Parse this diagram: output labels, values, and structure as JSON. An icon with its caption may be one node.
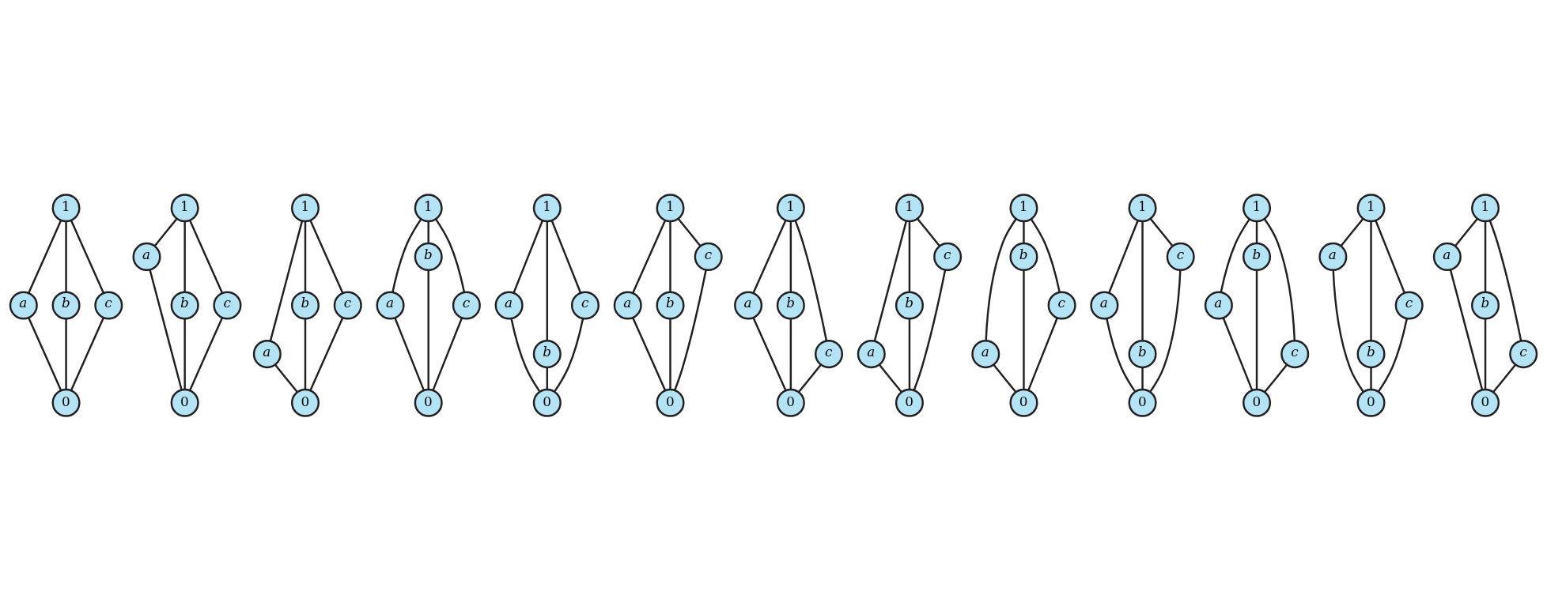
{
  "diagram": {
    "nodes": [
      {
        "text": [
          "1"
        ]
      },
      {
        "text": [
          "a"
        ]
      },
      {
        "text": [
          "b"
        ]
      },
      {
        "text": [
          "c"
        ]
      },
      {
        "text": [
          "0"
        ]
      },
      {
        "text": [
          "1"
        ]
      },
      {
        "text": [
          "a"
        ]
      },
      {
        "text": [
          "b"
        ]
      },
      {
        "text": [
          "c"
        ]
      },
      {
        "text": [
          "0"
        ]
      },
      {
        "text": [
          "1"
        ]
      },
      {
        "text": [
          "a"
        ]
      },
      {
        "text": [
          "b"
        ]
      },
      {
        "text": [
          "c"
        ]
      },
      {
        "text": [
          "0"
        ]
      },
      {
        "text": [
          "1"
        ]
      },
      {
        "text": [
          "a"
        ]
      },
      {
        "text": [
          "b"
        ]
      },
      {
        "text": [
          "c"
        ]
      },
      {
        "text": [
          "0"
        ]
      },
      {
        "text": [
          "1"
        ]
      },
      {
        "text": [
          "a"
        ]
      },
      {
        "text": [
          "b"
        ]
      },
      {
        "text": [
          "c"
        ]
      },
      {
        "text": [
          "0"
        ]
      },
      {
        "text": [
          "1"
        ]
      },
      {
        "text": [
          "a"
        ]
      },
      {
        "text": [
          "b"
        ]
      },
      {
        "text": [
          "c"
        ]
      },
      {
        "text": [
          "0"
        ]
      },
      {
        "text": [
          "1"
        ]
      },
      {
        "text": [
          "a"
        ]
      },
      {
        "text": [
          "b"
        ]
      },
      {
        "text": [
          "c"
        ]
      },
      {
        "text": [
          "0"
        ]
      },
      {
        "text": [
          "1"
        ]
      },
      {
        "text": [
          "a"
        ]
      },
      {
        "text": [
          "b"
        ]
      },
      {
        "text": [
          "c"
        ]
      },
      {
        "text": [
          "0"
        ]
      },
      {
        "text": [
          "1"
        ]
      },
      {
        "text": [
          "a"
        ]
      },
      {
        "text": [
          "b"
        ]
      },
      {
        "text": [
          "c"
        ]
      },
      {
        "text": [
          "0"
        ]
      },
      {
        "text": [
          "1"
        ]
      },
      {
        "text": [
          "a"
        ]
      },
      {
        "text": [
          "b"
        ]
      },
      {
        "text": [
          "c"
        ]
      },
      {
        "text": [
          "0"
        ]
      },
      {
        "text": [
          "1"
        ]
      },
      {
        "text": [
          "a"
        ]
      },
      {
        "text": [
          "b"
        ]
      },
      {
        "text": [
          "c"
        ]
      },
      {
        "text": [
          "0"
        ]
      },
      {
        "text": [
          "1"
        ]
      },
      {
        "text": [
          "a"
        ]
      },
      {
        "text": [
          "b"
        ]
      },
      {
        "text": [
          "c"
        ]
      },
      {
        "text": [
          "0"
        ]
      },
      {
        "text": [
          "1"
        ]
      },
      {
        "text": [
          "a"
        ]
      },
      {
        "text": [
          "b"
        ]
      },
      {
        "text": [
          "c"
        ]
      },
      {
        "text": [
          "0"
        ]
      }
    ],
    "edges": [
      {
        "from": 0,
        "to": 1,
        "arrow": "none"
      },
      {
        "from": 0,
        "to": 2,
        "arrow": "none"
      },
      {
        "from": 0,
        "to": 3,
        "arrow": "none"
      },
      {
        "from": 1,
        "to": 4,
        "arrow": "none"
      },
      {
        "from": 2,
        "to": 4,
        "arrow": "none"
      },
      {
        "from": 3,
        "to": 4,
        "arrow": "none"
      },
      {
        "from": 5,
        "to": 6,
        "arrow": "none"
      },
      {
        "from": 5,
        "to": 7,
        "arrow": "none"
      },
      {
        "from": 5,
        "to": 8,
        "arrow": "none"
      },
      {
        "from": 6,
        "to": 9,
        "arrow": "none"
      },
      {
        "from": 7,
        "to": 9,
        "arrow": "none"
      },
      {
        "from": 8,
        "to": 9,
        "arrow": "none"
      },
      {
        "from": 10,
        "to": 11,
        "arrow": "none"
      },
      {
        "from": 10,
        "to": 12,
        "arrow": "none"
      },
      {
        "from": 10,
        "to": 13,
        "arrow": "none"
      },
      {
        "from": 11,
        "to": 14,
        "arrow": "none"
      },
      {
        "from": 12,
        "to": 14,
        "arrow": "none"
      },
      {
        "from": 13,
        "to": 14,
        "arrow": "none"
      },
      {
        "from": 15,
        "to": 16,
        "arrow": "none"
      },
      {
        "from": 15,
        "to": 17,
        "arrow": "none"
      },
      {
        "from": 15,
        "to": 18,
        "arrow": "none"
      },
      {
        "from": 16,
        "to": 19,
        "arrow": "none"
      },
      {
        "from": 17,
        "to": 19,
        "arrow": "none"
      },
      {
        "from": 18,
        "to": 19,
        "arrow": "none"
      },
      {
        "from": 20,
        "to": 21,
        "arrow": "none"
      },
      {
        "from": 20,
        "to": 22,
        "arrow": "none"
      },
      {
        "from": 20,
        "to": 23,
        "arrow": "none"
      },
      {
        "from": 21,
        "to": 24,
        "arrow": "none"
      },
      {
        "from": 22,
        "to": 24,
        "arrow": "none"
      },
      {
        "from": 23,
        "to": 24,
        "arrow": "none"
      },
      {
        "from": 25,
        "to": 26,
        "arrow": "none"
      },
      {
        "from": 25,
        "to": 27,
        "arrow": "none"
      },
      {
        "from": 25,
        "to": 28,
        "arrow": "none"
      },
      {
        "from": 26,
        "to": 29,
        "arrow": "none"
      },
      {
        "from": 27,
        "to": 29,
        "arrow": "none"
      },
      {
        "from": 28,
        "to": 29,
        "arrow": "none"
      },
      {
        "from": 30,
        "to": 31,
        "arrow": "none"
      },
      {
        "from": 30,
        "to": 32,
        "arrow": "none"
      },
      {
        "from": 30,
        "to": 33,
        "arrow": "none"
      },
      {
        "from": 31,
        "to": 34,
        "arrow": "none"
      },
      {
        "from": 32,
        "to": 34,
        "arrow": "none"
      },
      {
        "from": 33,
        "to": 34,
        "arrow": "none"
      },
      {
        "from": 35,
        "to": 36,
        "arrow": "none"
      },
      {
        "from": 35,
        "to": 37,
        "arrow": "none"
      },
      {
        "from": 35,
        "to": 38,
        "arrow": "none"
      },
      {
        "from": 36,
        "to": 39,
        "arrow": "none"
      },
      {
        "from": 37,
        "to": 39,
        "arrow": "none"
      },
      {
        "from": 38,
        "to": 39,
        "arrow": "none"
      },
      {
        "from": 40,
        "to": 41,
        "arrow": "none"
      },
      {
        "from": 40,
        "to": 42,
        "arrow": "none"
      },
      {
        "from": 40,
        "to": 43,
        "arrow": "none"
      },
      {
        "from": 41,
        "to": 44,
        "arrow": "none"
      },
      {
        "from": 42,
        "to": 44,
        "arrow": "none"
      },
      {
        "from": 43,
        "to": 44,
        "arrow": "none"
      },
      {
        "from": 45,
        "to": 46,
        "arrow": "none"
      },
      {
        "from": 45,
        "to": 47,
        "arrow": "none"
      },
      {
        "from": 45,
        "to": 48,
        "arrow": "none"
      },
      {
        "from": 46,
        "to": 49,
        "arrow": "none"
      },
      {
        "from": 47,
        "to": 49,
        "arrow": "none"
      },
      {
        "from": 48,
        "to": 49,
        "arrow": "none"
      },
      {
        "from": 50,
        "to": 51,
        "arrow": "none"
      },
      {
        "from": 50,
        "to": 52,
        "arrow": "none"
      },
      {
        "from": 50,
        "to": 53,
        "arrow": "none"
      },
      {
        "from": 51,
        "to": 54,
        "arrow": "none"
      },
      {
        "from": 52,
        "to": 54,
        "arrow": "none"
      },
      {
        "from": 53,
        "to": 54,
        "arrow": "none"
      },
      {
        "from": 55,
        "to": 56,
        "arrow": "none"
      },
      {
        "from": 55,
        "to": 57,
        "arrow": "none"
      },
      {
        "from": 55,
        "to": 58,
        "arrow": "none"
      },
      {
        "from": 56,
        "to": 59,
        "arrow": "none"
      },
      {
        "from": 57,
        "to": 59,
        "arrow": "none"
      },
      {
        "from": 58,
        "to": 59,
        "arrow": "none"
      },
      {
        "from": 60,
        "to": 61,
        "arrow": "none"
      },
      {
        "from": 60,
        "to": 62,
        "arrow": "none"
      },
      {
        "from": 60,
        "to": 63,
        "arrow": "none"
      },
      {
        "from": 61,
        "to": 64,
        "arrow": "none"
      },
      {
        "from": 62,
        "to": 64,
        "arrow": "none"
      },
      {
        "from": 63,
        "to": 64,
        "arrow": "none"
      }
    ]
  }
}
